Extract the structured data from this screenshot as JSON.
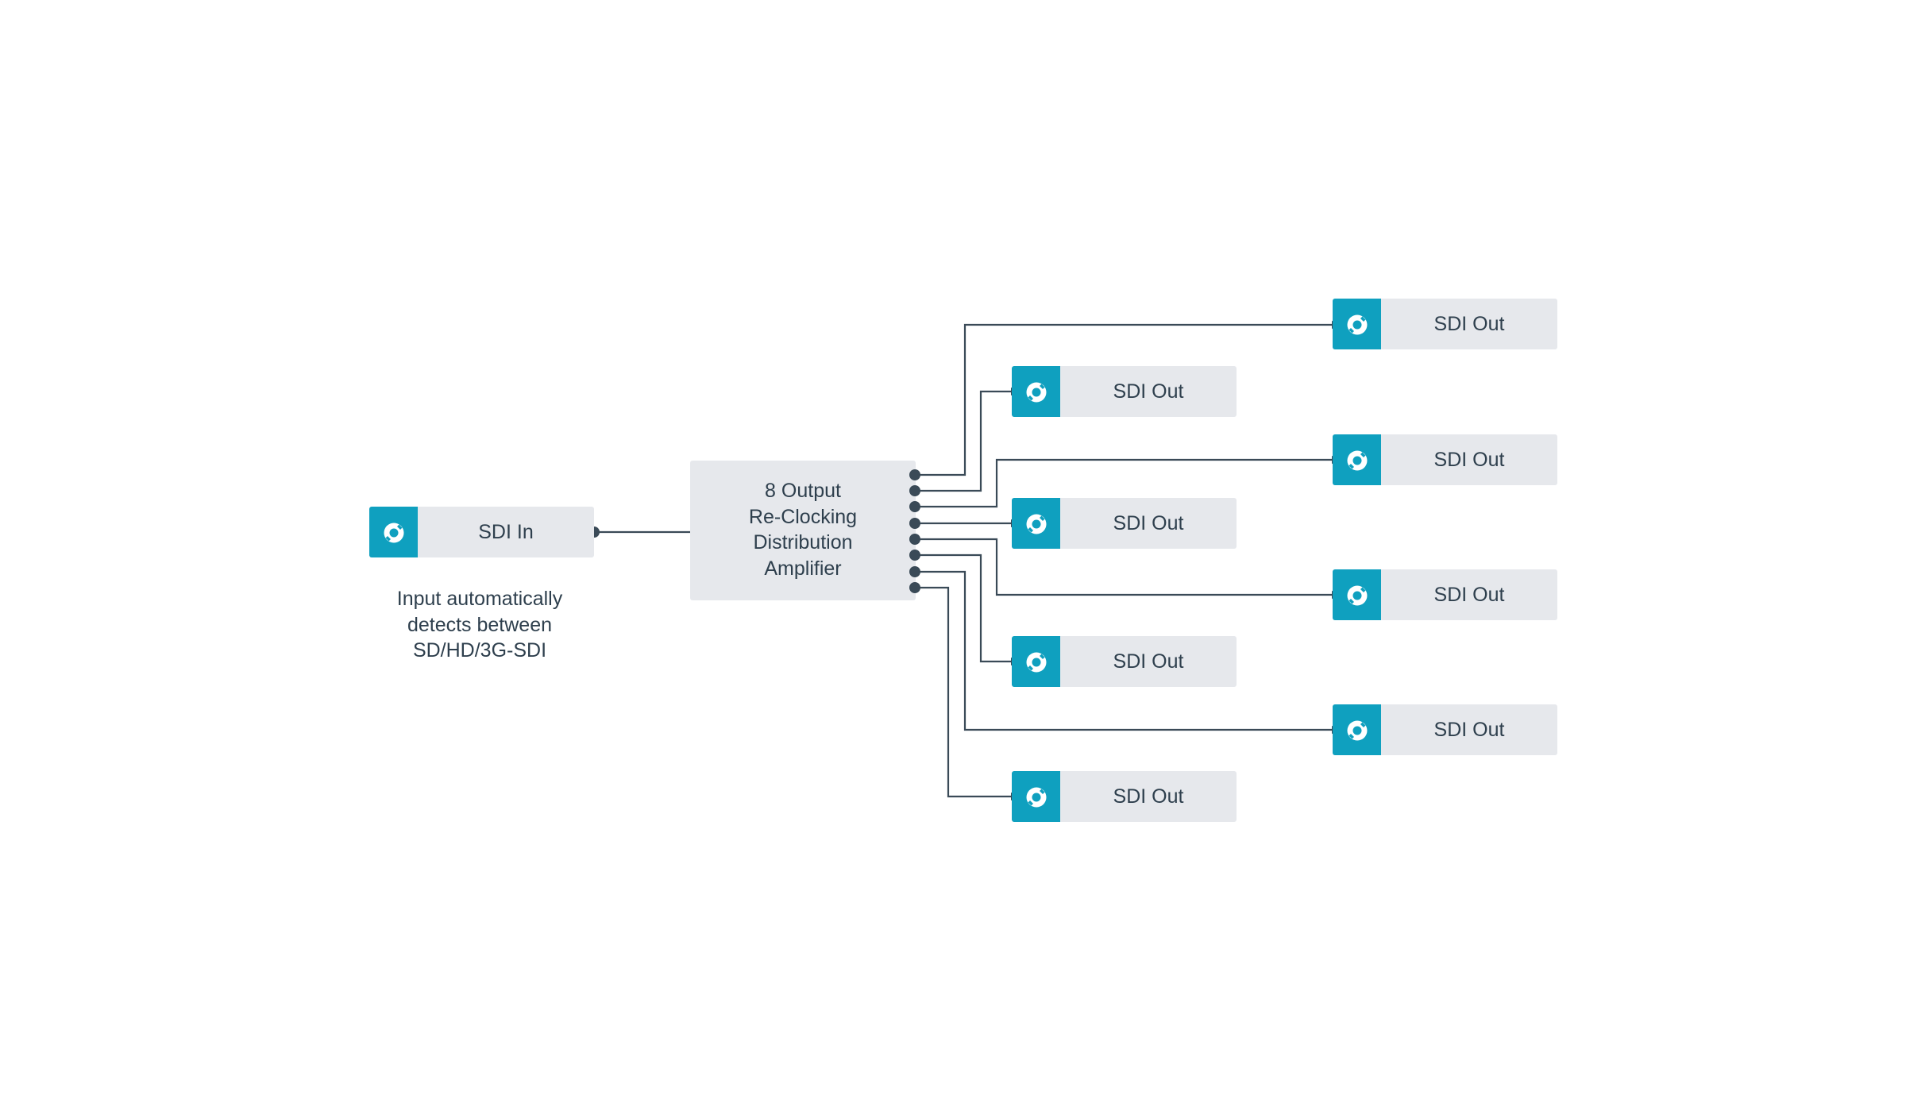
{
  "input": {
    "label": "SDI In",
    "icon": "bnc-connector-icon",
    "note_lines": [
      "Input automatically",
      "detects between",
      "SD/HD/3G-SDI"
    ]
  },
  "amplifier": {
    "lines": [
      "8 Output",
      "Re-Clocking",
      "Distribution",
      "Amplifier"
    ]
  },
  "outputs": [
    {
      "label": "SDI Out",
      "icon": "bnc-connector-icon"
    },
    {
      "label": "SDI Out",
      "icon": "bnc-connector-icon"
    },
    {
      "label": "SDI Out",
      "icon": "bnc-connector-icon"
    },
    {
      "label": "SDI Out",
      "icon": "bnc-connector-icon"
    },
    {
      "label": "SDI Out",
      "icon": "bnc-connector-icon"
    },
    {
      "label": "SDI Out",
      "icon": "bnc-connector-icon"
    },
    {
      "label": "SDI Out",
      "icon": "bnc-connector-icon"
    },
    {
      "label": "SDI Out",
      "icon": "bnc-connector-icon"
    }
  ],
  "colors": {
    "connector": "#0fa0bf",
    "box": "#e6e8ec",
    "line": "#3a4a57",
    "text": "#2e3f4d"
  }
}
